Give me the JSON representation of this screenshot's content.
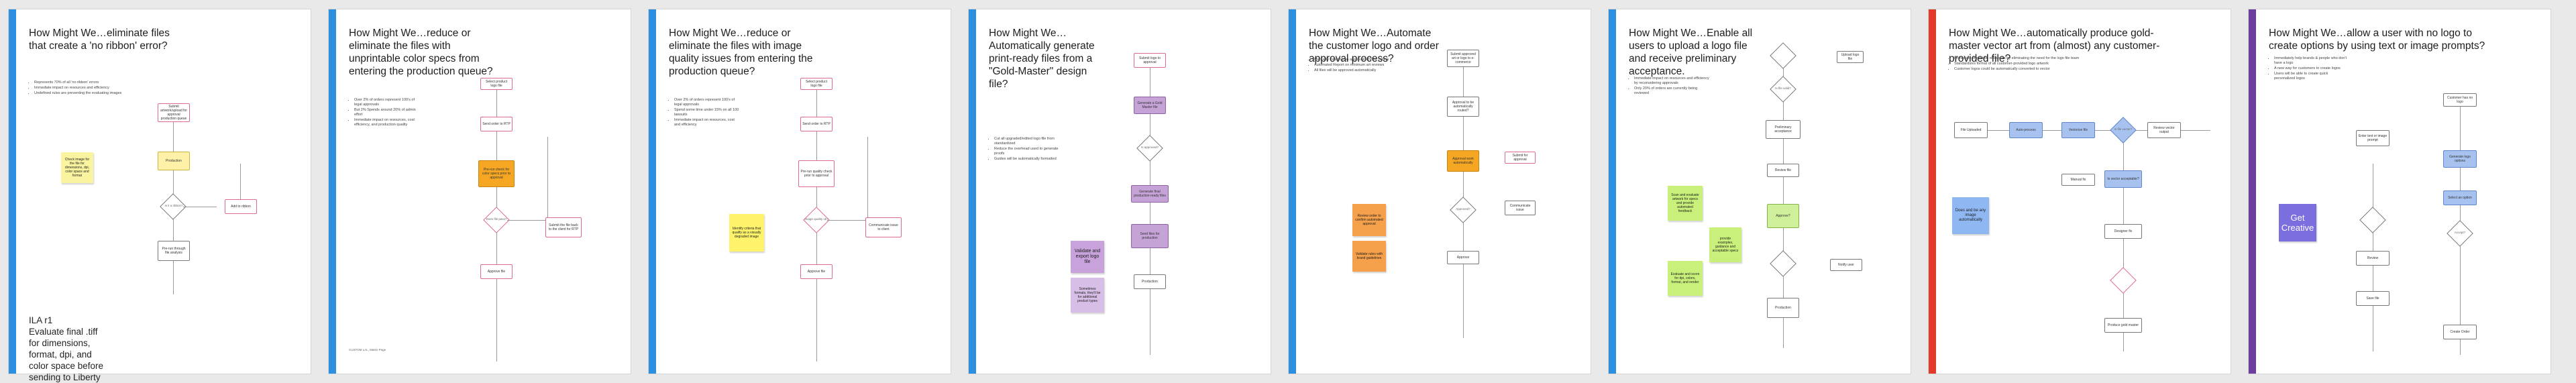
{
  "boards": [
    {
      "accent": "#2c8fe0",
      "title": "How Might We…eliminate files that create a 'no ribbon' error?",
      "bullets": [
        "Represents 70% of all 'no ribbon' errors",
        "Immediate impact on resources and efficiency",
        "Undefined rules are preventing the evaluating images"
      ],
      "nodes": [
        "Submit artwork/upload for approval production queue",
        "Production",
        "Is it a ribbon?",
        "Add to ribbon",
        "Pre-run through file analysis"
      ],
      "sticky": "Check image for the file for dimensions, dpi, color space and format",
      "bottom_note": "ILA r1\nEvaluate final .tiff for dimensions, format, dpi, and color space before sending to Liberty"
    },
    {
      "accent": "#2c8fe0",
      "title": "How Might We…reduce or eliminate the files with unprintable color specs from entering the production queue?",
      "bullets": [
        "Over 2% of orders represent 100's of legal approvals",
        "But 2% Spends around 20% of admin effort",
        "Immediate impact on resources, cost efficiency, and production quality"
      ],
      "nodes": [
        "Select product logo file",
        "Send order to RTP",
        "Pre-run check for color specs prior to approval",
        "Does file pass?",
        "Approve file",
        "Submit the file back to the client for RTP"
      ],
      "footer": "CUSTOM LAL, Matrix Page"
    },
    {
      "accent": "#2c8fe0",
      "title": "How Might We…reduce or eliminate the files with image quality issues from entering the production queue?",
      "bullets": [
        "Over 2% of orders represent 100's of legal approvals",
        "Spend some time under 15% on all 100 lawsuits",
        "Immediate impact on resources, cost and efficiency"
      ],
      "nodes": [
        "Select product logo file",
        "Send order to RTP",
        "Pre-run quality check prior to approval",
        "Image quality ok?",
        "Approve file",
        "Communicate issue to client"
      ],
      "sticky": "Identify criteria that qualify as a visually degraded image"
    },
    {
      "accent": "#2c8fe0",
      "title": "How Might We…Automatically generate print-ready files from a \"Gold-Master\" design file?",
      "bullets": [
        "Cut all upgraded/edited logo file from standardized",
        "Reduce the overhead used to generate proofs",
        "Guides will be automatically formatted"
      ],
      "nodes": [
        "Submit logo to approval",
        "Generate a Gold Master file",
        "Is approved?",
        "Generate final production-ready files",
        "Send files for production",
        "Production"
      ],
      "stickies": [
        "Validate and export logo file",
        "Sometimes formats, they'll be for additional product types"
      ]
    },
    {
      "accent": "#2c8fe0",
      "title": "How Might We…Automate the customer logo and order approval process?",
      "bullets": [
        "Manually initiating an approval/RTP for orders",
        "Automated Report on minimum art reviews",
        "All files will be approved automatically"
      ],
      "nodes": [
        "Submit approved art or logo to e-commerce",
        "Approval to be automatically routed?",
        "Approval work automatically",
        "Submit for approval",
        "Approved?",
        "Approve",
        "Communicate issue"
      ],
      "stickies": [
        "Review order to confirm automated approval",
        "Validate rules with brand guidelines"
      ]
    },
    {
      "accent": "#2c8fe0",
      "title": "How Might We…Enable all users to upload a logo file and receive preliminary acceptance.",
      "bullets": [
        "Immediate impact on resources and efficiency by reconsidering approvals",
        "Only 20% of orders are currently being reviewed"
      ],
      "nodes": [
        "Upload logo file",
        "Is file valid?",
        "Preliminary acceptance",
        "Review file",
        "Approve?",
        "Notify user",
        "Production"
      ],
      "stickies": [
        "Scan and evaluate artwork for specs and provide automated feedback",
        "provide examples, guidance and acceptable specs",
        "Evaluate and score for dpi, colors, format, and render"
      ]
    },
    {
      "accent": "#e23b2c",
      "title": "How Might We…automatically produce gold-master vector art from (almost) any customer-provided file?",
      "bullets": [
        "Immediate impact on resources by eliminating the need for the logo file team",
        "Standardizes format of all customer-provided logo artwork",
        "Customer logos could be automatically converted to vector"
      ],
      "nodes": [
        "File Uploaded",
        "Auto-process",
        "Vectorize file",
        "Is file vector?",
        "Review vector output",
        "Is vector acceptable?",
        "Manual fix",
        "Designer fix",
        "Produce gold master"
      ],
      "stickies": [
        "Does and be any image automatically"
      ]
    },
    {
      "accent": "#6a3fa0",
      "title": "How Might We…allow a user with no logo to create options by using text or image prompts?",
      "bullets": [
        "Immediately help brands & people who don't have a logo",
        "A new way for customers to create logos",
        "Users will be able to create quick personalized logos"
      ],
      "nodes": [
        "Customer has no logo",
        "Enter text or image prompt",
        "Generate logo options",
        "Select an option",
        "Review",
        "Accept?",
        "Save file",
        "Create Order"
      ],
      "stickies": [
        "Get Creative"
      ]
    }
  ]
}
